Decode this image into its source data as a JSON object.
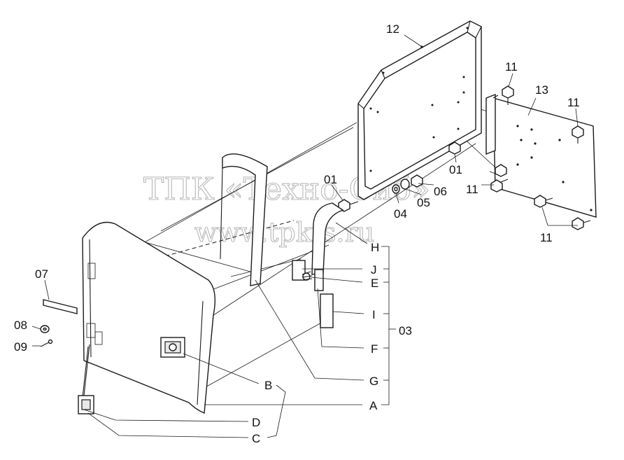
{
  "labels": {
    "p12": "12",
    "p13": "13",
    "p11a": "11",
    "p11b": "11",
    "p11c": "11",
    "p11d": "11",
    "p01a": "01",
    "p01b": "01",
    "p04": "04",
    "p05": "05",
    "p06": "06",
    "p07": "07",
    "p08": "08",
    "p09": "09",
    "p03": "03",
    "A": "A",
    "B": "B",
    "C": "C",
    "D": "D",
    "E": "E",
    "F": "F",
    "G": "G",
    "H": "H",
    "I": "I",
    "J": "J"
  },
  "watermark": {
    "line1": "ТПК «Техно-Сиб»",
    "line2": "www.tpkts.ru"
  }
}
